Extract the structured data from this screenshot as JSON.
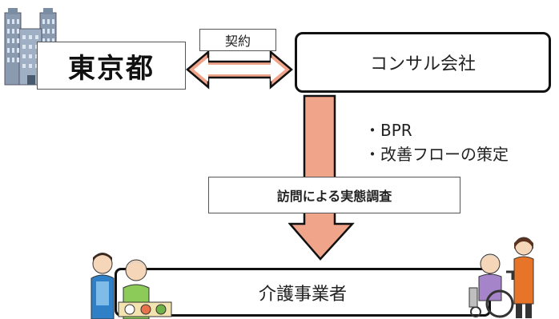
{
  "nodes": {
    "tokyo": "東京都",
    "consultant": "コンサル会社",
    "provider": "介護事業者"
  },
  "edges": {
    "contract": "契約",
    "survey": "訪問による実態調査"
  },
  "bullets": [
    "・BPR",
    "・改善フローの策定"
  ],
  "colors": {
    "arrow_fill": "#f0a58a",
    "arrow_stroke": "#111111",
    "building": "#7a8da3"
  },
  "illustrations": {
    "left": "caregiver-feeding-elder-icon",
    "right": "caregiver-wheelchair-icon",
    "building": "government-building-icon"
  }
}
